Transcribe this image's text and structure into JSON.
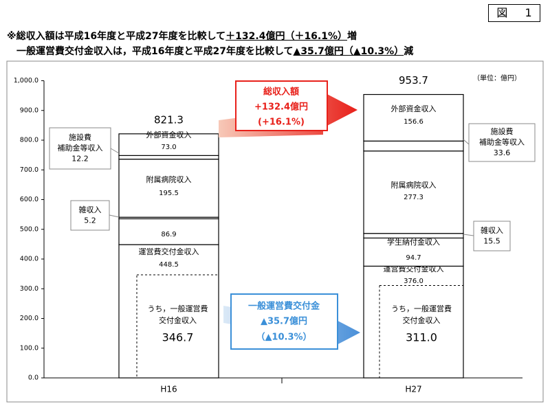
{
  "figure_label": "図 1",
  "notes": {
    "line1_prefix": "※総収入額は平成16年度と平成27年度を比較して",
    "line1_value": "＋132.4億円（＋16.1%）",
    "line1_suffix": "増",
    "line2_prefix": "一般運営費交付金収入は，平成16年度と平成27年度を比較して",
    "line2_value": "▲35.7億円（▲10.3%）",
    "line2_suffix": "減"
  },
  "colors": {
    "up_arrow": "#e8201a",
    "down_arrow": "#4a90d9",
    "up_border": "#e8201a",
    "down_border": "#3a8fd8"
  },
  "chart_data": {
    "type": "bar",
    "stacked": true,
    "unit": "（単位：億円）",
    "ylim": [
      0,
      1000
    ],
    "yticks": [
      "0.0",
      "100.0",
      "200.0",
      "300.0",
      "400.0",
      "500.0",
      "600.0",
      "700.0",
      "800.0",
      "900.0",
      "1,000.0"
    ],
    "categories": [
      "H16",
      "H27"
    ],
    "totals": [
      {
        "value": 821.3,
        "label": "821.3"
      },
      {
        "value": 953.7,
        "label": "953.7"
      }
    ],
    "series": [
      {
        "name": "運営費交付金収入",
        "values": [
          448.5,
          376.0
        ],
        "labels": [
          "448.5",
          "376.0"
        ]
      },
      {
        "name": "学生納付金収入",
        "values": [
          86.9,
          94.7
        ],
        "labels": [
          "86.9",
          "94.7"
        ]
      },
      {
        "name": "雑収入",
        "values": [
          5.2,
          15.5
        ],
        "labels": [
          "5.2",
          "15.5"
        ]
      },
      {
        "name": "附属病院収入",
        "values": [
          195.5,
          277.3
        ],
        "labels": [
          "195.5",
          "277.3"
        ]
      },
      {
        "name": "施設費補助金等収入",
        "values": [
          12.2,
          33.6
        ],
        "labels": [
          "12.2",
          "33.6"
        ]
      },
      {
        "name": "外部資金収入",
        "values": [
          73.0,
          156.6
        ],
        "labels": [
          "73.0",
          "156.6"
        ]
      }
    ],
    "sub_component": {
      "label_line1": "うち，一般運営費",
      "label_line2": "交付金収入",
      "values": [
        346.7,
        311.0
      ],
      "labels": [
        "346.7",
        "311.0"
      ]
    },
    "callouts": [
      {
        "line1": "施設費",
        "line2": "補助金等収入",
        "value": "12.2"
      },
      {
        "line1": "雑収入",
        "value": "5.2"
      },
      {
        "line1": "施設費",
        "line2": "補助金等収入",
        "value": "33.6"
      },
      {
        "line1": "雑収入",
        "value": "15.5"
      }
    ],
    "annotations": [
      {
        "line1": "総収入額",
        "line2": "+132.4億円",
        "line3": "(+16.1%)"
      },
      {
        "line1": "一般運営費交付金",
        "line2": "▲35.7億円",
        "line3": "（▲10.3%）"
      }
    ]
  }
}
